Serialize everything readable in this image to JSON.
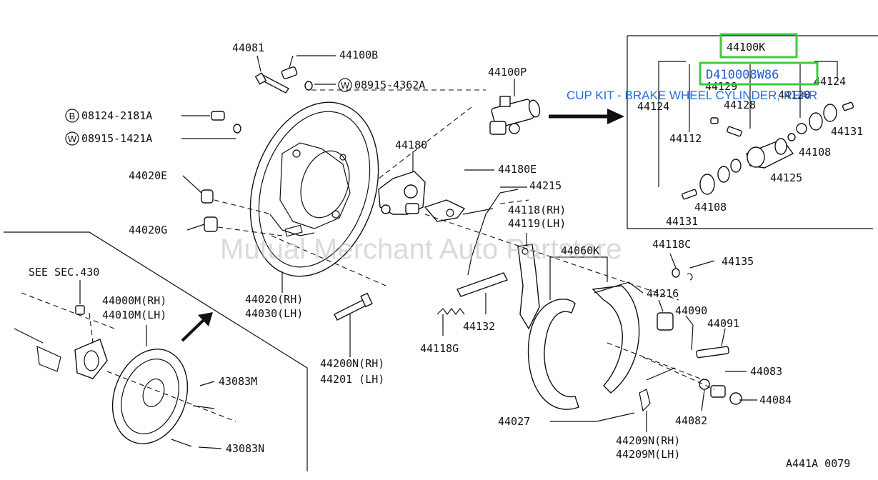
{
  "callouts": {
    "c44081": "44081",
    "c44100B": "44100B",
    "c08915_4362A": "08915-4362A",
    "c08124_2181A": "08124-2181A",
    "c08915_1421A": "08915-1421A",
    "c44100P": "44100P",
    "c44020E": "44020E",
    "c44020G": "44020G",
    "c44180": "44180",
    "c44180E": "44180E",
    "c44215": "44215",
    "c44118RH": "44118(RH)",
    "c44119LH": "44119(LH)",
    "c44060K": "44060K",
    "c44118C": "44118C",
    "c44135": "44135",
    "c44216": "44216",
    "c44090": "44090",
    "c44091": "44091",
    "c44083": "44083",
    "c44084": "44084",
    "c44082": "44082",
    "c44027": "44027",
    "c44209N": "44209N(RH)",
    "c44209M": "44209M(LH)",
    "c44132": "44132",
    "c44118G": "44118G",
    "c44200N": "44200N(RH)",
    "c44201": "44201  (LH)",
    "c44020RH": "44020(RH)",
    "c44030LH": "44030(LH)",
    "cSeeSec": "SEE SEC.430",
    "c44000M": "44000M(RH)",
    "c44010M": "44010M(LH)",
    "c43083M": "43083M",
    "c43083N": "43083N",
    "i44100K": "44100K",
    "i44124a": "44124",
    "i44124b": "44124",
    "i44129": "44129",
    "i44128": "44128",
    "i44112": "44112",
    "i44131a": "44131",
    "i44131b": "44131",
    "i44108a": "44108",
    "i44108b": "44108",
    "i44125": "44125",
    "i44120": "44120"
  },
  "symbols": {
    "b": "B",
    "w1": "W",
    "w2": "W"
  },
  "highlight": {
    "part_code": "D410008W86",
    "caption": "CUP KIT - BRAKE WHEEL CYLINDER, REAR",
    "box_color": "#3ccc3c",
    "text_color": "#1f6fe0"
  },
  "watermark": "Mutual Merchant Auto Partstore",
  "figure_code": "A441A 0079"
}
